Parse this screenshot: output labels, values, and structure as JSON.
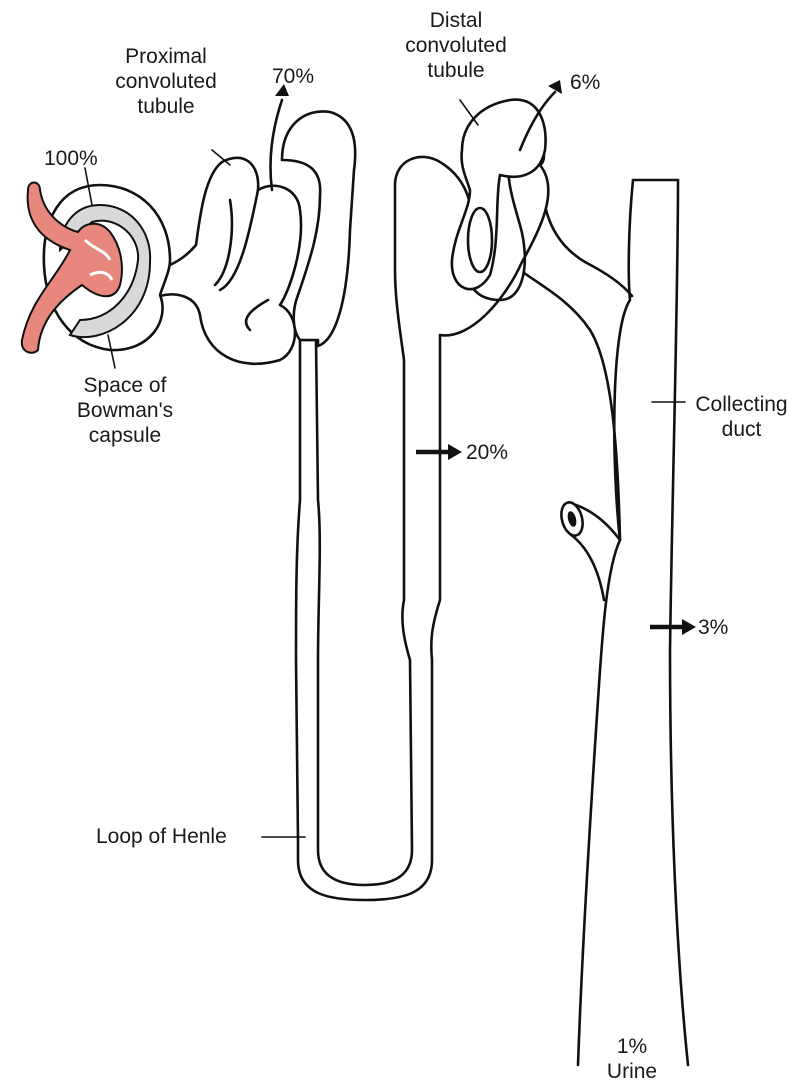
{
  "labels": {
    "proximal": [
      "Proximal",
      "convoluted",
      "tubule"
    ],
    "distal": [
      "Distal",
      "convoluted",
      "tubule"
    ],
    "bowman_space": [
      "Space of",
      "Bowman's",
      "capsule"
    ],
    "collecting_duct": [
      "Collecting",
      "duct"
    ],
    "loop_of_henle": "Loop of Henle",
    "urine": "Urine"
  },
  "percentages": {
    "glomerular_filtrate": "100%",
    "proximal_reabsorbed": "70%",
    "distal_reabsorbed": "6%",
    "loop_reabsorbed": "20%",
    "collecting_reabsorbed": "3%",
    "urine": "1%"
  },
  "colors": {
    "outline": "#111111",
    "glomerulus": "#e8877e",
    "capsule_space": "#d9d9d9",
    "tubule_fill": "#ffffff"
  }
}
